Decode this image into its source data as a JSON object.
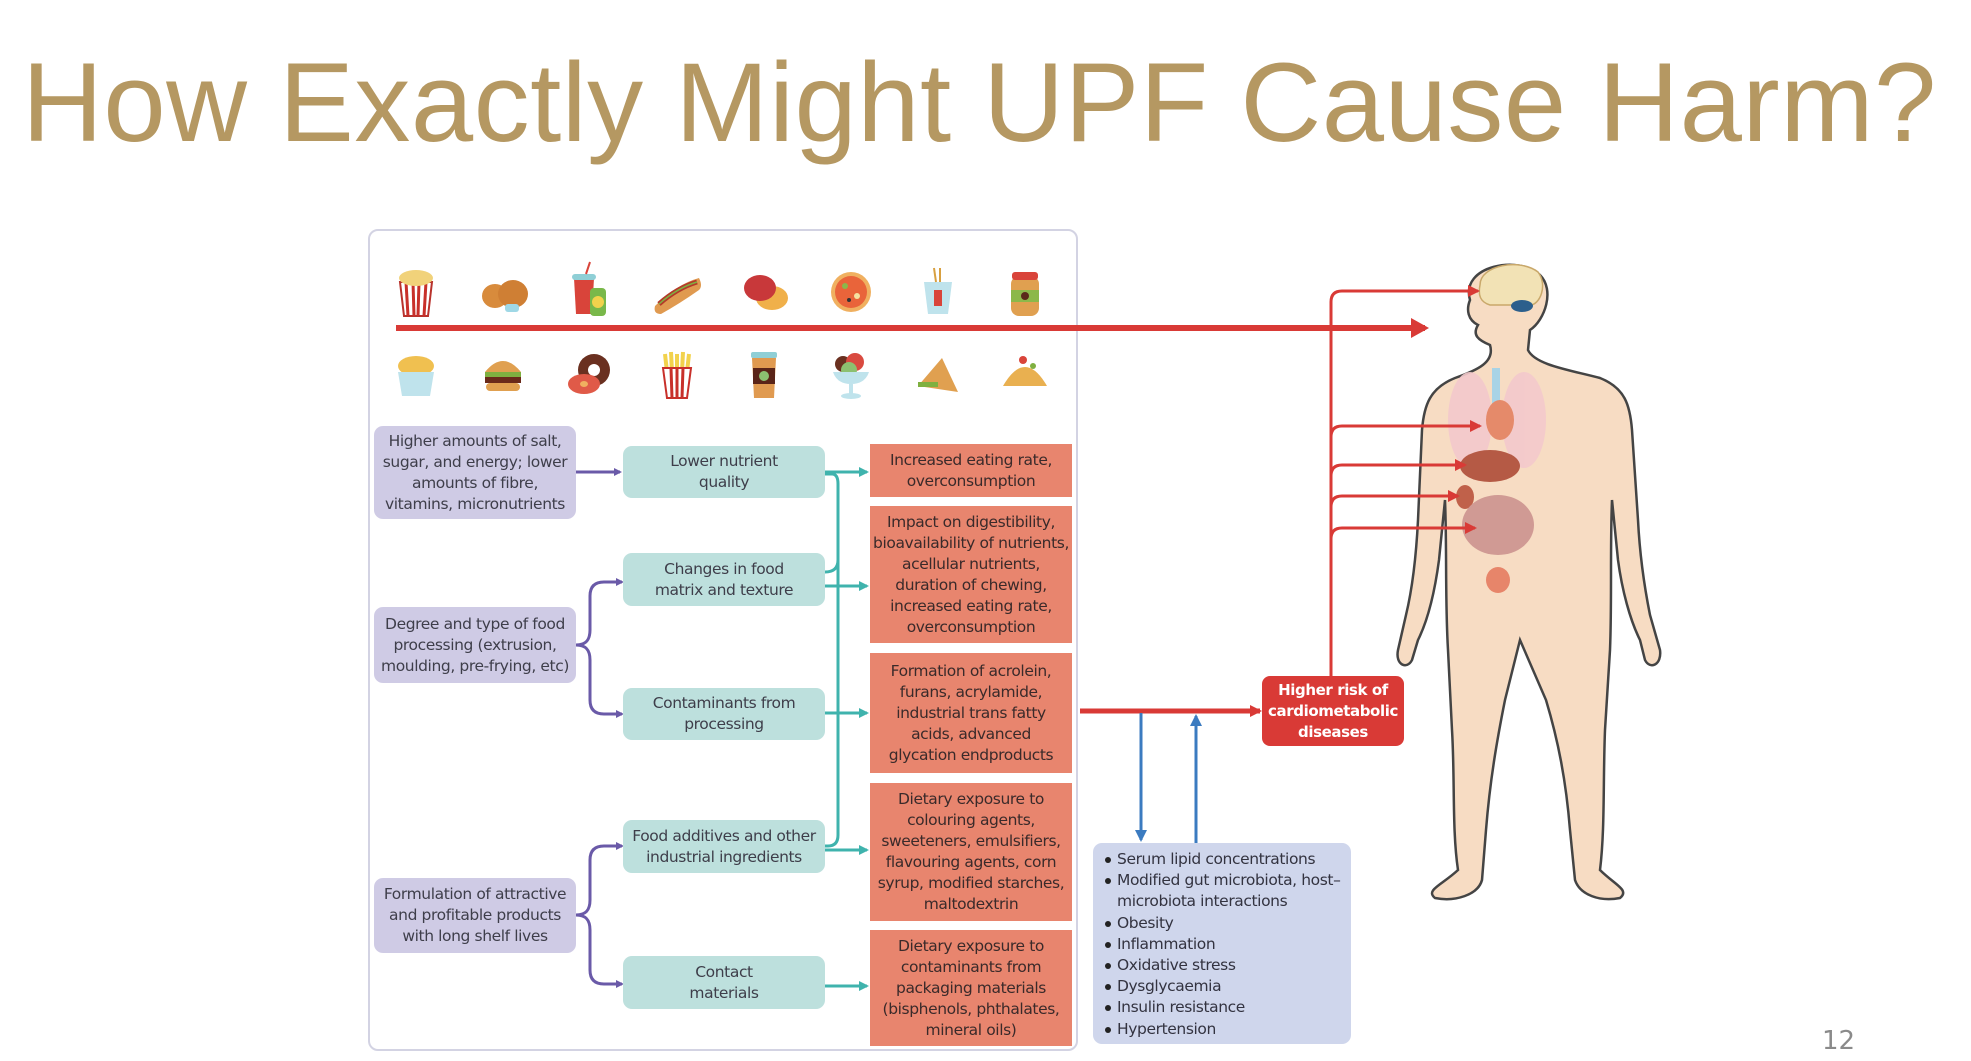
{
  "slide": {
    "title": "How Exactly Might UPF Cause Harm?",
    "page_number": "12"
  },
  "food_icons": {
    "top_row": [
      "popcorn-icon",
      "fried-chicken-icon",
      "soda-drink-icon",
      "hot-dog-icon",
      "macaron-icon",
      "pizza-icon",
      "takeout-box-icon",
      "jar-spread-icon"
    ],
    "bottom_row": [
      "chicken-nuggets-icon",
      "burger-icon",
      "donut-icon",
      "fries-icon",
      "coffee-cup-icon",
      "ice-cream-sundae-icon",
      "sandwich-icon",
      "taco-icon"
    ]
  },
  "drivers": [
    {
      "text": "Higher amounts of salt, sugar, and energy; lower amounts of fibre, vitamins, micronutrients"
    },
    {
      "text": "Degree and type of food processing (extrusion, moulding, pre-frying, etc)"
    },
    {
      "text": "Formulation of attractive and profitable products with long shelf lives"
    }
  ],
  "characteristics": [
    {
      "text": "Lower nutrient quality"
    },
    {
      "text": "Changes in food matrix and texture"
    },
    {
      "text": "Contaminants from processing"
    },
    {
      "text": "Food additives and other industrial ingredients"
    },
    {
      "text": "Contact materials"
    }
  ],
  "exposures": [
    {
      "text": "Increased eating rate, overconsumption"
    },
    {
      "text": "Impact on digestibility, bioavailability of nutrients, acellular nutrients, duration of chewing, increased eating rate, overconsumption"
    },
    {
      "text": "Formation of acrolein, furans, acrylamide, industrial trans fatty acids, advanced glycation endproducts"
    },
    {
      "text": "Dietary exposure to colouring agents, sweeteners, emulsifiers, flavouring agents, corn syrup, modified starches, maltodextrin"
    },
    {
      "text": "Dietary exposure to contaminants from packaging materials (bisphenols, phthalates, mineral oils)"
    }
  ],
  "outcome": {
    "text": "Higher risk of cardiometabolic diseases"
  },
  "mechanisms": [
    "Serum lipid concentrations",
    "Modified gut microbiota, host–microbiota interactions",
    "Obesity",
    "Inflammation",
    "Oxidative stress",
    "Dysglycaemia",
    "Insulin resistance",
    "Hypertension"
  ],
  "target_organs": [
    "brain",
    "heart",
    "liver",
    "kidney",
    "intestine"
  ],
  "colors": {
    "title": "#b59862",
    "driver_box": "#cfcbe5",
    "characteristic_box": "#bde0dd",
    "exposure_box": "#e8856e",
    "outcome_box": "#d93a36",
    "mechanism_box": "#cfd6ec",
    "purple_arrow": "#6a5aa8",
    "teal_arrow": "#3fb3ad",
    "red_arrow": "#d93a36",
    "blue_arrow": "#3b7bc0"
  }
}
